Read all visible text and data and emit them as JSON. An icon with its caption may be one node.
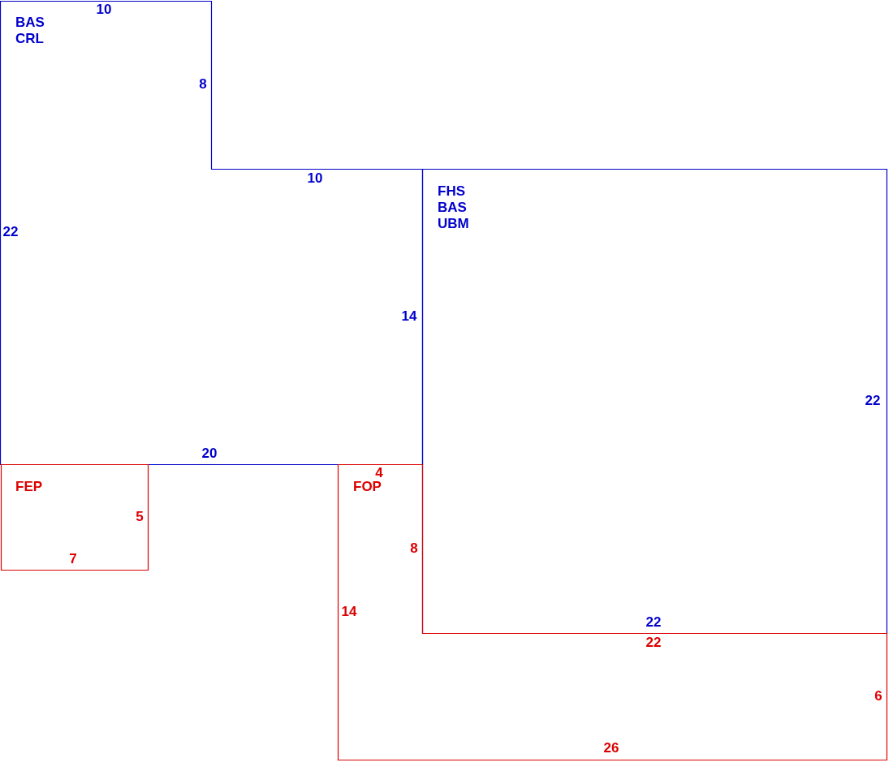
{
  "diagram": {
    "nodes": [
      {
        "text": [
          "BAS",
          "CRL",
          "10",
          "8",
          "10",
          "22",
          "14",
          "20"
        ]
      },
      {
        "text": [
          "FHS",
          "BAS",
          "UBM",
          "22",
          "22"
        ]
      },
      {
        "text": [
          "FEP",
          "5",
          "7"
        ]
      },
      {
        "text": [
          "FOP",
          "4",
          "8",
          "14",
          "22",
          "6",
          "26"
        ]
      }
    ]
  }
}
